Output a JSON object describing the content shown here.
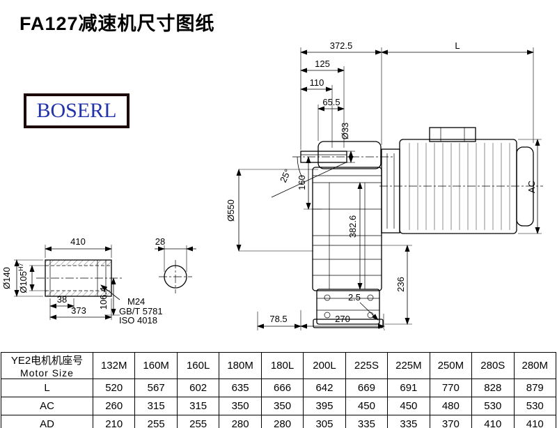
{
  "page": {
    "title": "FA127减速机尺寸图纸",
    "logo_text": "BOSERL"
  },
  "drawing": {
    "top_dims": {
      "overall": "372.5",
      "motor_len": "L",
      "d125": "125",
      "d110": "110",
      "d65_5": "65.5"
    },
    "shaft_dims": {
      "d33": "Ø33",
      "d160": "160",
      "angle": "25°"
    },
    "body_dims": {
      "d550": "Ø550",
      "d382_6": "382.6",
      "ac": "AC",
      "d236": "236",
      "d2_5": "2.5",
      "d78_5": "78.5",
      "d270": "270"
    },
    "side_shaft": {
      "d410": "410",
      "d38": "38",
      "d373": "373",
      "d140": "Ø140",
      "d105": "Ø105",
      "d105_tol": "H7",
      "d106_4": "106.4",
      "thread": "M24",
      "std1": "GB/T 5781",
      "std2": "ISO 4018"
    },
    "detail_circle": {
      "d28": "28"
    }
  },
  "table": {
    "header_cn": "YE2电机机座号",
    "header_en": "Motor Size",
    "sizes": [
      "132M",
      "160M",
      "160L",
      "180M",
      "180L",
      "200L",
      "225S",
      "225M",
      "250M",
      "280S",
      "280M"
    ],
    "rows": [
      {
        "label": "L",
        "values": [
          "520",
          "567",
          "602",
          "635",
          "666",
          "642",
          "669",
          "691",
          "770",
          "828",
          "879"
        ]
      },
      {
        "label": "AC",
        "values": [
          "260",
          "315",
          "315",
          "350",
          "350",
          "395",
          "450",
          "450",
          "480",
          "530",
          "530"
        ]
      },
      {
        "label": "AD",
        "values": [
          "210",
          "255",
          "255",
          "280",
          "280",
          "305",
          "335",
          "335",
          "370",
          "410",
          "410"
        ]
      }
    ]
  }
}
